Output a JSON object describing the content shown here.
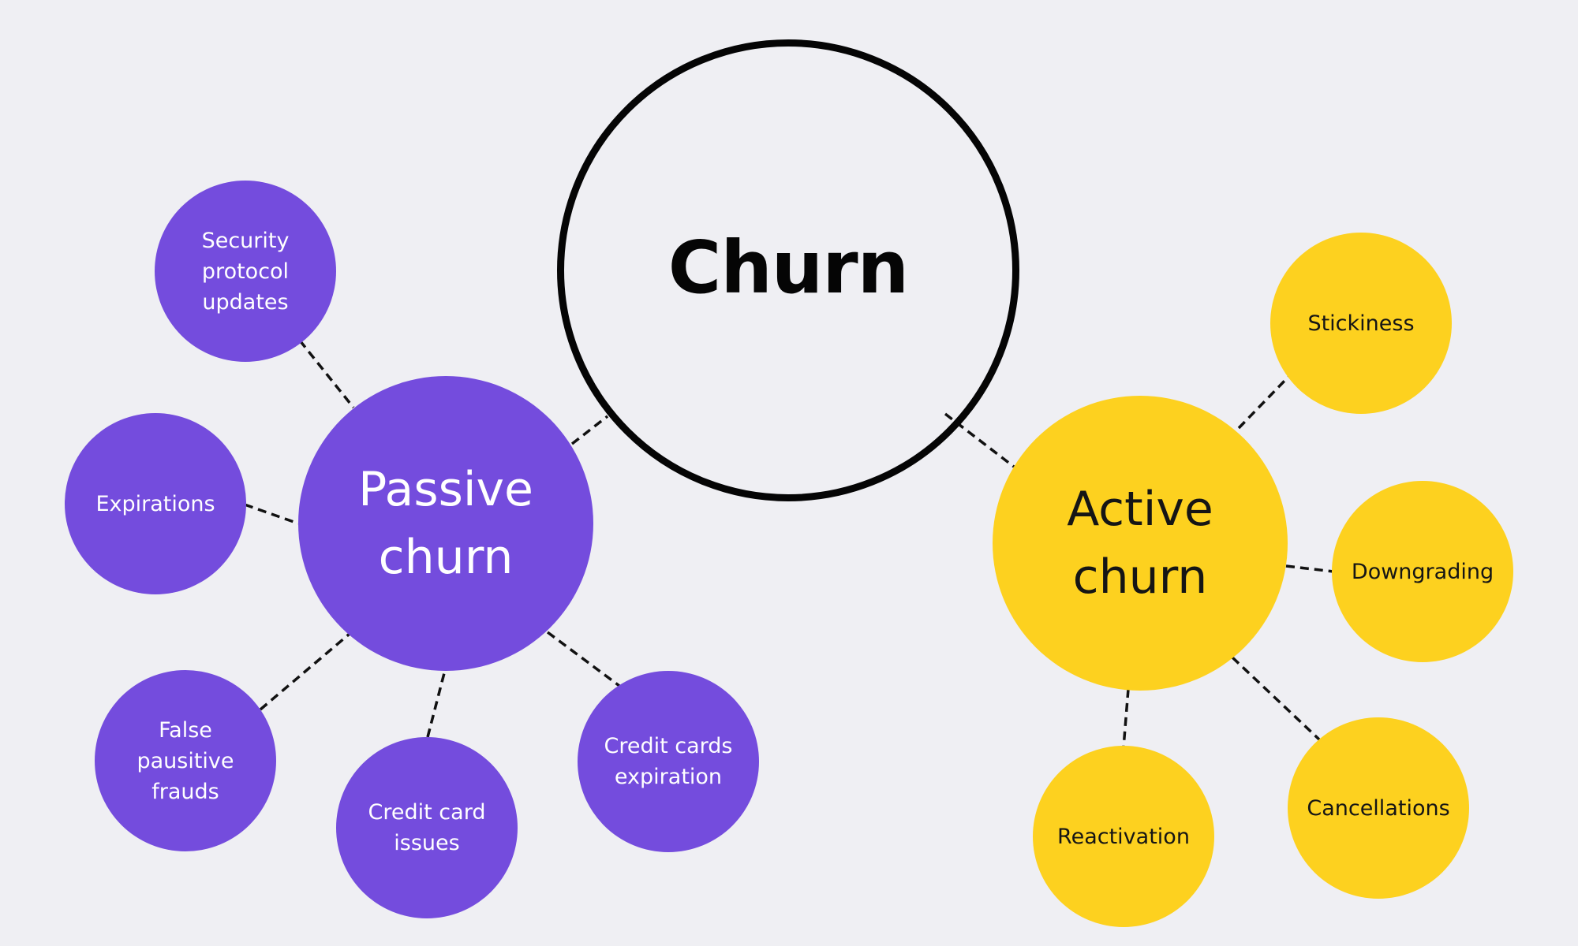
{
  "root": {
    "label": "Churn"
  },
  "passive": {
    "label": "Passive\nchurn",
    "color": "#744cdd",
    "children": [
      "Security\nprotocol\nupdates",
      "Expirations",
      "False\npausitive\nfrauds",
      "Credit card\nissues",
      "Credit cards\nexpiration"
    ]
  },
  "active": {
    "label": "Active\nchurn",
    "color": "#fdd11f",
    "children": [
      "Stickiness",
      "Downgrading",
      "Cancellations",
      "Reactivation"
    ]
  },
  "connector": {
    "style": "dashed",
    "color": "#111111"
  }
}
